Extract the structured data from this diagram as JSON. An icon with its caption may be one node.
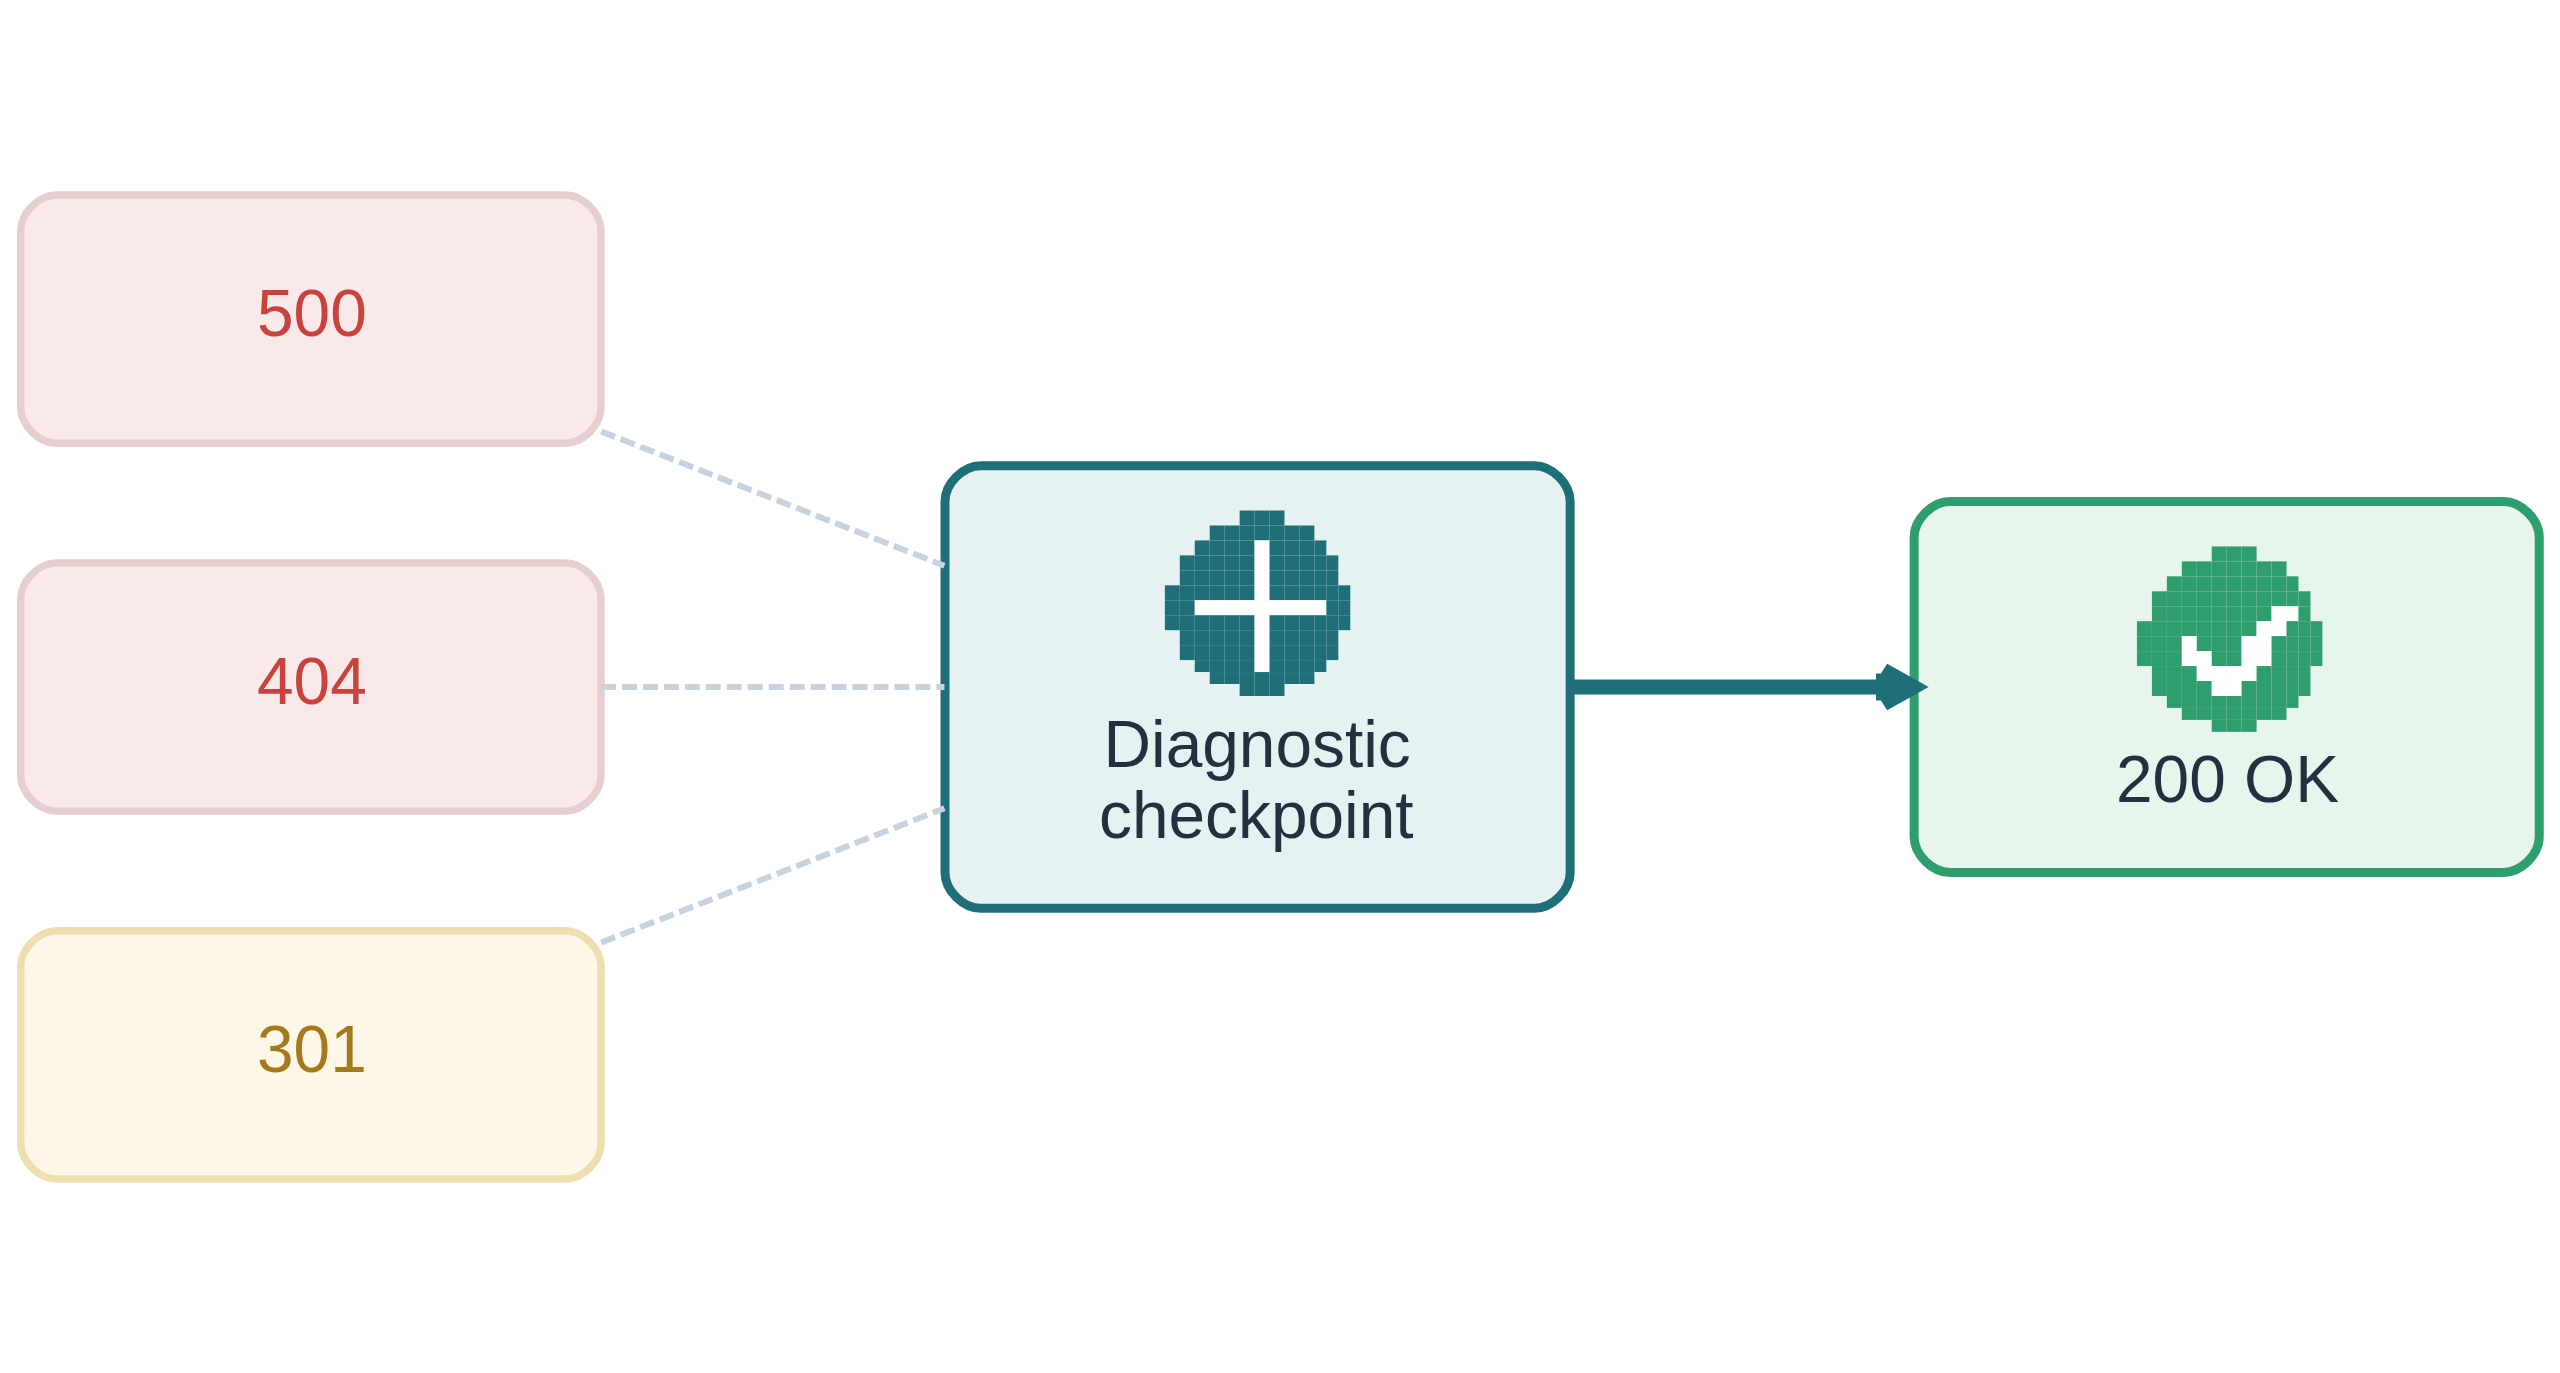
{
  "diagram": {
    "nodes": [
      {
        "text": [
          "500"
        ]
      },
      {
        "text": [
          "404"
        ]
      },
      {
        "text": [
          "301"
        ]
      },
      {
        "text": [
          "Diagnostic checkpoint"
        ]
      },
      {
        "text": [
          "200 OK"
        ]
      }
    ],
    "edges": [
      {
        "from": 0,
        "to": 3,
        "arrow": "none",
        "style": "dashed"
      },
      {
        "from": 1,
        "to": 3,
        "arrow": "none",
        "style": "dashed"
      },
      {
        "from": 2,
        "to": 3,
        "arrow": "none",
        "style": "dashed"
      },
      {
        "from": 3,
        "to": 4,
        "arrow": "to",
        "style": "thick",
        "color": "#1f6f78"
      }
    ]
  }
}
